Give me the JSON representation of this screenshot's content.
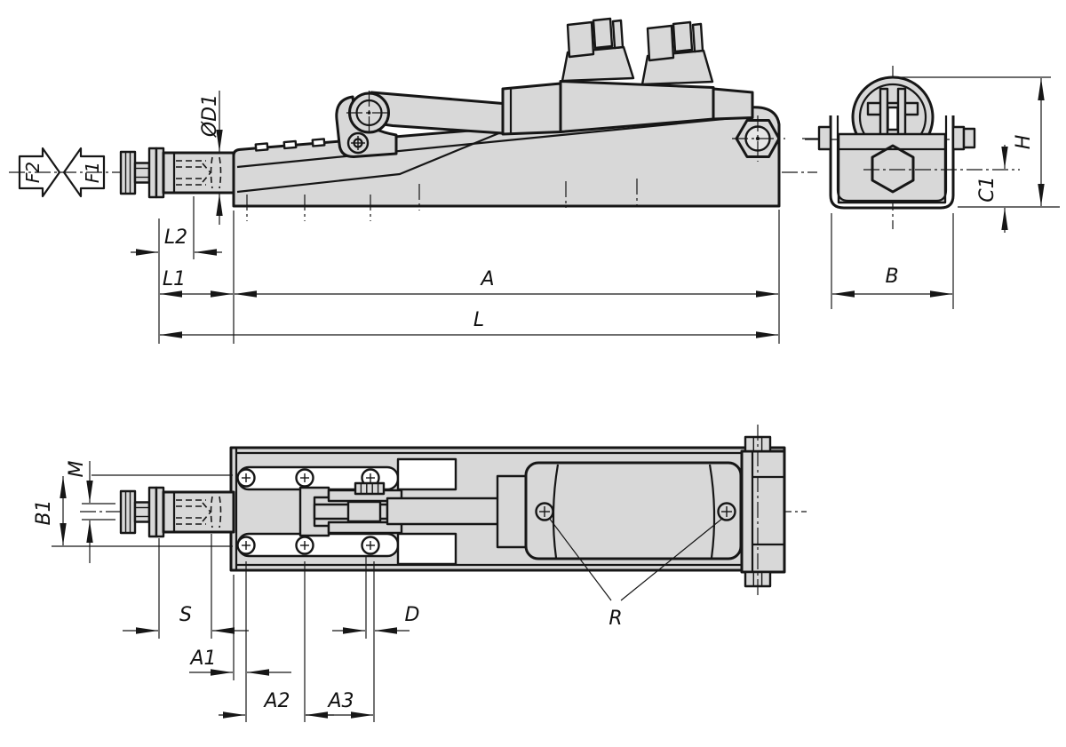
{
  "colors": {
    "part_fill": "#d8d8d8",
    "outline": "#161616",
    "background": "#ffffff",
    "dimension_line": "#161616"
  },
  "side_view": {
    "force_labels": {
      "f2": "F2",
      "f1": "F1"
    },
    "dims": {
      "d1": "ØD1",
      "l2": "L2",
      "l1": "L1",
      "a": "A",
      "l": "L"
    }
  },
  "end_view": {
    "dims": {
      "h": "H",
      "c1": "C1",
      "b": "B"
    }
  },
  "plan_view": {
    "dims": {
      "m": "M",
      "b1": "B1",
      "s": "S",
      "a1": "A1",
      "a2": "A2",
      "a3": "A3",
      "d": "D",
      "r": "R"
    }
  }
}
